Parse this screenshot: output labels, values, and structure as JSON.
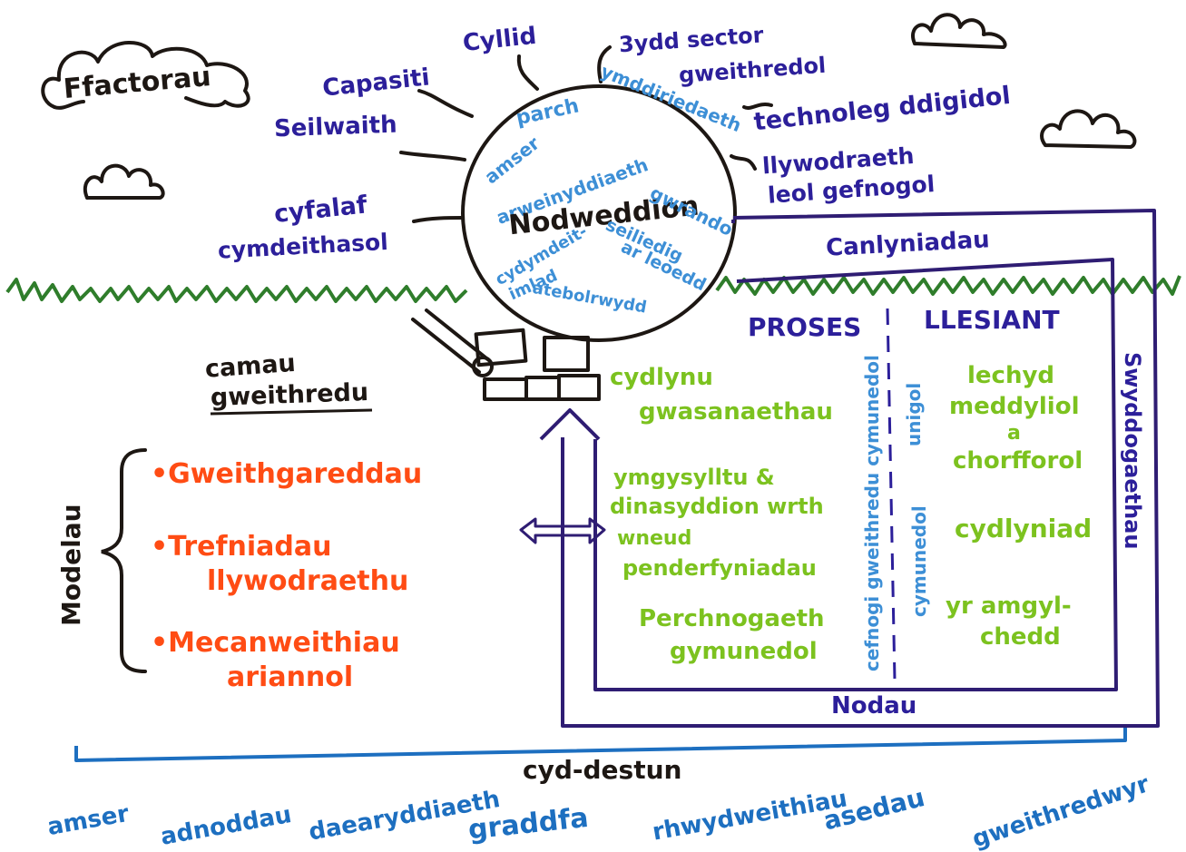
{
  "colors": {
    "black": "#1d1713",
    "navy": "#2c1f9a",
    "purple": "#2f1d73",
    "sky": "#3d8fd6",
    "green": "#7cc21f",
    "orange": "#ff4c14",
    "grass": "#2f7d2b",
    "blue_line": "#1d6fc0"
  },
  "title": "Ffactorau",
  "factors": {
    "capasiti": "Capasiti",
    "cyllid": "Cyllid",
    "third_sector_1": "3ydd sector",
    "third_sector_2": "gweithredol",
    "seilwaith": "Seilwaith",
    "tech": "technoleg ddigidol",
    "llywodraeth_1": "llywodraeth",
    "llywodraeth_2": "leol gefnogol",
    "cyfalaf_1": "cyfalaf",
    "cyfalaf_2": "cymdeithasol"
  },
  "values_circle": {
    "center": "Nodweddion",
    "parch": "parch",
    "ymddiriedaeth": "ymddiriedaeth",
    "amser": "amser",
    "arweinyddiaeth": "arweinyddiaeth",
    "gwrando": "gwrando",
    "cydymdeimlad_1": "cydymdeit-",
    "cydymdeimlad_2": "imlad",
    "seiliedig_1": "seiliedig",
    "seiliedig_2": "ar leoedd",
    "atebolrwydd": "atebolrwydd"
  },
  "steps": {
    "line1": "camau",
    "line2": "gweithredu"
  },
  "models": {
    "label": "Modelau",
    "items": [
      [
        "Gweithgareddau"
      ],
      [
        "Trefniadau",
        "llywodraethu"
      ],
      [
        "Mecanweithiau",
        "ariannol"
      ]
    ]
  },
  "outcomes": {
    "canlyniadau": "Canlyniadau",
    "swyddogaethau": "Swyddogaethau",
    "nodau": "Nodau"
  },
  "proses": {
    "heading": "PROSES",
    "items": [
      [
        "cydlynu",
        "gwasanaethau"
      ],
      [
        "ymgysylltu &",
        "dinasyddion wrth",
        "wneud",
        "penderfyniadau"
      ],
      [
        "Perchnogaeth",
        "gymunedol"
      ]
    ]
  },
  "llesiant": {
    "heading": "LLESIANT",
    "items": [
      [
        "lechyd",
        "meddyliol",
        "a",
        "chorfforol"
      ],
      [
        "cydlyniad"
      ],
      [
        "yr amgyl-",
        "chedd"
      ]
    ]
  },
  "divider": {
    "community": "cefnogi gweithredu cymunedol",
    "unigol": "unigol",
    "cymunedol": "cymunedol"
  },
  "context": {
    "label": "cyd-destun",
    "items": [
      "amser",
      "adnoddau",
      "daearyddiaeth",
      "graddfa",
      "rhwydweithiau",
      "asedau",
      "gweithredwyr"
    ]
  }
}
